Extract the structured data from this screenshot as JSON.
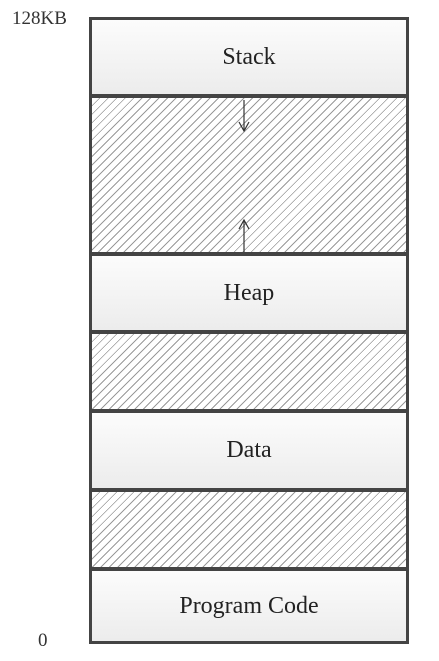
{
  "address": {
    "top": "128KB",
    "bottom": "0"
  },
  "segments": [
    {
      "label": "Stack",
      "kind": "used"
    },
    {
      "label": "",
      "kind": "free",
      "growth": "stack grows down, heap grows up"
    },
    {
      "label": "Heap",
      "kind": "used"
    },
    {
      "label": "",
      "kind": "free"
    },
    {
      "label": "Data",
      "kind": "used"
    },
    {
      "label": "",
      "kind": "free"
    },
    {
      "label": "Program Code",
      "kind": "used"
    }
  ],
  "colors": {
    "border": "#444444",
    "hatch": "#9a9a9a",
    "segment_fill": "#f4f4f4"
  }
}
